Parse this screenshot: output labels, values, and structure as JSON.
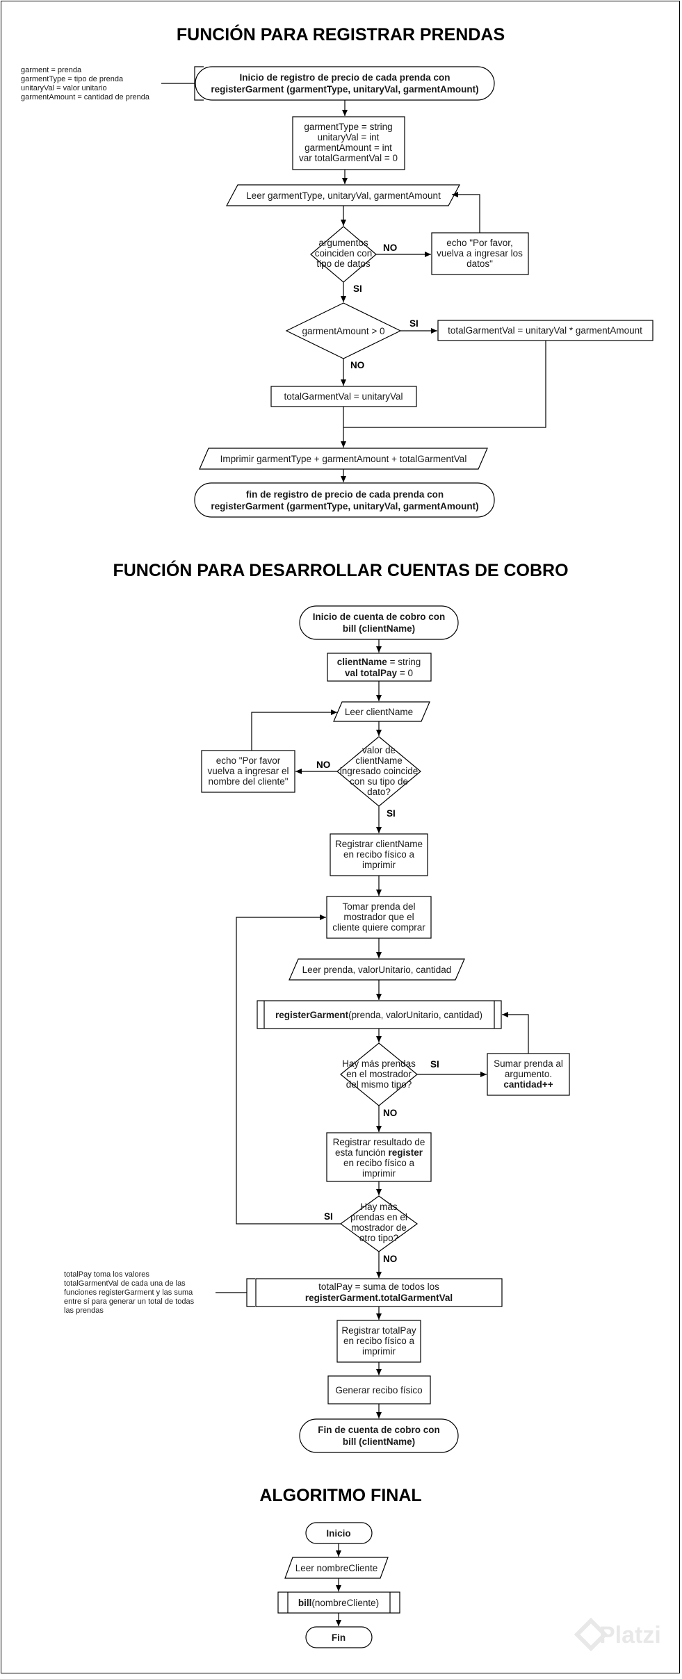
{
  "sections": {
    "s1_title": "FUNCIÓN PARA REGISTRAR PRENDAS",
    "s2_title": "FUNCIÓN PARA DESARROLLAR CUENTAS DE COBRO",
    "s3_title": "ALGORITMO FINAL"
  },
  "s1": {
    "note": [
      "garment = prenda",
      "garmentType = tipo de prenda",
      "unitaryVal = valor unitario",
      "garmentAmount = cantidad de prenda"
    ],
    "start": [
      "Inicio de registro de precio de cada prenda con",
      "registerGarment (garmentType, unitaryVal, garmentAmount)"
    ],
    "vars": [
      "garmentType = string",
      "unitaryVal = int",
      "garmentAmount = int",
      "var totalGarmentVal = 0"
    ],
    "read": "Leer garmentType, unitaryVal, garmentAmount",
    "check": [
      "argumentos",
      "coinciden con",
      "tipo de datos"
    ],
    "retry": [
      "echo \"Por favor,",
      "vuelva a ingresar los",
      "datos\""
    ],
    "no1": "NO",
    "si1": "SI",
    "cond": "garmentAmount > 0",
    "si2": "SI",
    "no2": "NO",
    "calc": "totalGarmentVal = unitaryVal * garmentAmount",
    "assign": "totalGarmentVal = unitaryVal",
    "print": "Imprimir garmentType + garmentAmount + totalGarmentVal",
    "end": [
      "fin de registro de precio de cada prenda con",
      "registerGarment (garmentType, unitaryVal, garmentAmount)"
    ]
  },
  "s2": {
    "start": [
      "Inicio de cuenta de cobro con",
      "bill (clientName)"
    ],
    "vars": [
      {
        "bold": "clientName",
        "rest": " = string"
      },
      {
        "bold": "val totalPay",
        "rest": " = 0"
      }
    ],
    "read": "Leer clientName",
    "check": [
      "valor de",
      "clientName",
      "ingresado coincide",
      "con su tipo de",
      "dato?"
    ],
    "no1": "NO",
    "retry": [
      "echo \"Por favor",
      "vuelva a ingresar el",
      "nombre del cliente\""
    ],
    "si1": "SI",
    "register": [
      "Registrar clientName",
      "en recibo físico a",
      "imprimir"
    ],
    "take": [
      "Tomar prenda del",
      "mostrador que el",
      "cliente quiere comprar"
    ],
    "read2": "Leer prenda, valorUnitario, cantidad",
    "call_bold": "registerGarment",
    "call_rest": "(prenda, valorUnitario, cantidad)",
    "more_same": [
      "Hay más prendas",
      "en el mostrador",
      "del mismo tipo?"
    ],
    "si2": "SI",
    "add": [
      "Sumar prenda al",
      "argumento."
    ],
    "add_bold": "cantidad++",
    "no2": "NO",
    "result_lines": [
      {
        "text": "Registrar resultado de",
        "bold": "",
        "after": ""
      },
      {
        "text": "esta función ",
        "bold": "register",
        "after": ""
      },
      {
        "text": "en recibo físico a",
        "bold": "",
        "after": ""
      },
      {
        "text": "imprimir",
        "bold": "",
        "after": ""
      }
    ],
    "more_other": [
      "Hay más",
      "prendas en el",
      "mostrador de",
      "otro tipo?"
    ],
    "si3": "SI",
    "no3": "NO",
    "note": [
      "totalPay toma los valores",
      "totalGarmentVal de cada una de las",
      "funciones  registerGarment y las suma",
      "entre sí para  generar un total de todas",
      "las prendas"
    ],
    "sum": "totalPay = suma de todos los",
    "sum_bold": "registerGarment.totalGarmentVal",
    "register_total": [
      "Registrar totalPay",
      "en recibo físico a",
      "imprimir"
    ],
    "generate": "Generar recibo físico",
    "end": [
      "Fin de cuenta de cobro con",
      "bill (clientName)"
    ]
  },
  "s3": {
    "start": "Inicio",
    "read": "Leer nombreCliente",
    "call_bold": "bill",
    "call_rest": "(nombreCliente)",
    "end": "Fin"
  },
  "watermark": "Platzi"
}
